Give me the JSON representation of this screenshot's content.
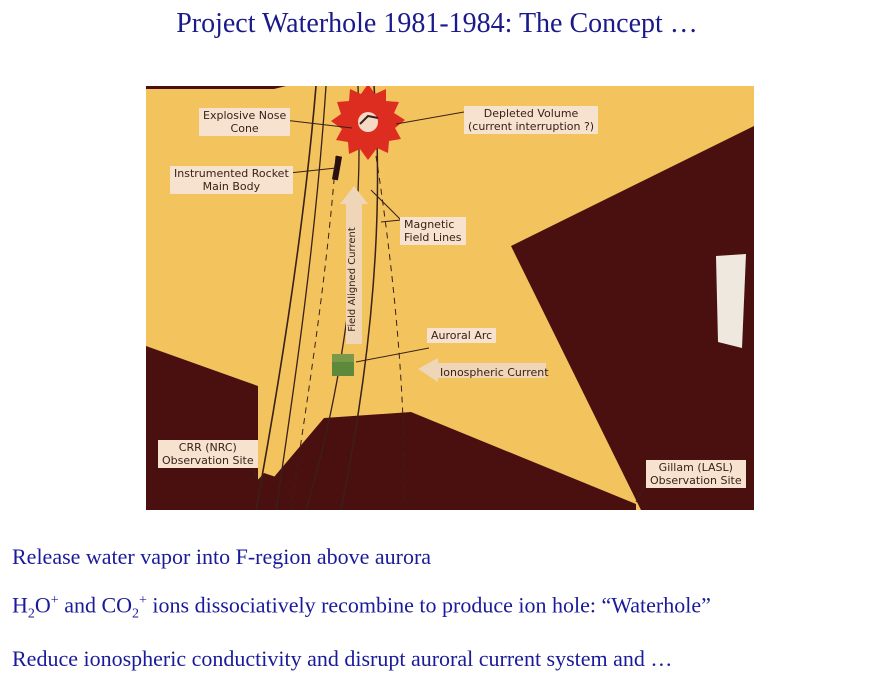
{
  "title": "Project Waterhole 1981-1984: The Concept …",
  "figure": {
    "labels": {
      "explosive_nose_cone": [
        "Explosive Nose",
        "Cone"
      ],
      "depleted_volume": [
        "Depleted Volume",
        "(current interruption ?)"
      ],
      "instrumented_rocket": [
        "Instrumented Rocket",
        "Main Body"
      ],
      "magnetic_field_lines": [
        "Magnetic",
        "Field Lines"
      ],
      "field_aligned_current": "Field Aligned Current",
      "auroral_arc": "Auroral Arc",
      "ionospheric_current": "Ionospheric Current",
      "crr_site": [
        "CRR (NRC)",
        "Observation Site"
      ],
      "gillam_site": [
        "Gillam (LASL)",
        "Observation Site"
      ]
    },
    "colors": {
      "background": "#f3c35d",
      "dark": "#4a1010",
      "burst": "#dd2d20",
      "arrow": "#f0d6b8"
    }
  },
  "bullets": {
    "line1": "Release water vapor into F-region above aurora",
    "line2": {
      "h": "H",
      "h_sub": "2",
      "o": "O",
      "o_sup": "+",
      "and_co": " and CO",
      "co_sub": "2",
      "co_sup": "+",
      "rest": " ions dissociatively recombine to produce ion hole: “Waterhole”"
    },
    "line3": "Reduce ionospheric conductivity and disrupt auroral current system and …"
  }
}
